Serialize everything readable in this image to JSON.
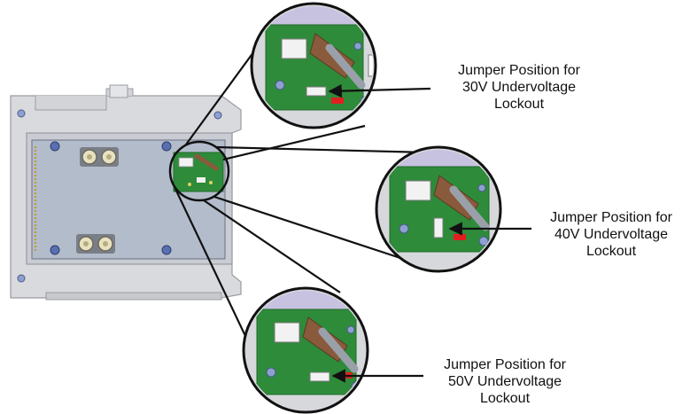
{
  "callouts": [
    {
      "id": "30v",
      "lines": [
        "Jumper Position for",
        "30V Undervoltage",
        "Lockout"
      ]
    },
    {
      "id": "40v",
      "lines": [
        "Jumper Position for",
        "40V Undervoltage",
        "Lockout"
      ]
    },
    {
      "id": "50v",
      "lines": [
        "Jumper Position for",
        "50V Undervoltage",
        "Lockout"
      ]
    }
  ],
  "colors": {
    "enclosure": "#d9dadd",
    "enclosure_shadow": "#b9bbc0",
    "panel": "#b3bccb",
    "pcb": "#2e8b3a",
    "pcb_dark": "#1f6b2a",
    "connector": "#f2f2f2",
    "harness": "#8a5a3c",
    "screw": "#5a6fb0",
    "jumper": "#e02020",
    "leader_lines": "#111111"
  },
  "icons": {
    "mount_screw": "screw-icon",
    "cable_gland": "cable-gland-icon",
    "arrow": "arrow-icon"
  }
}
